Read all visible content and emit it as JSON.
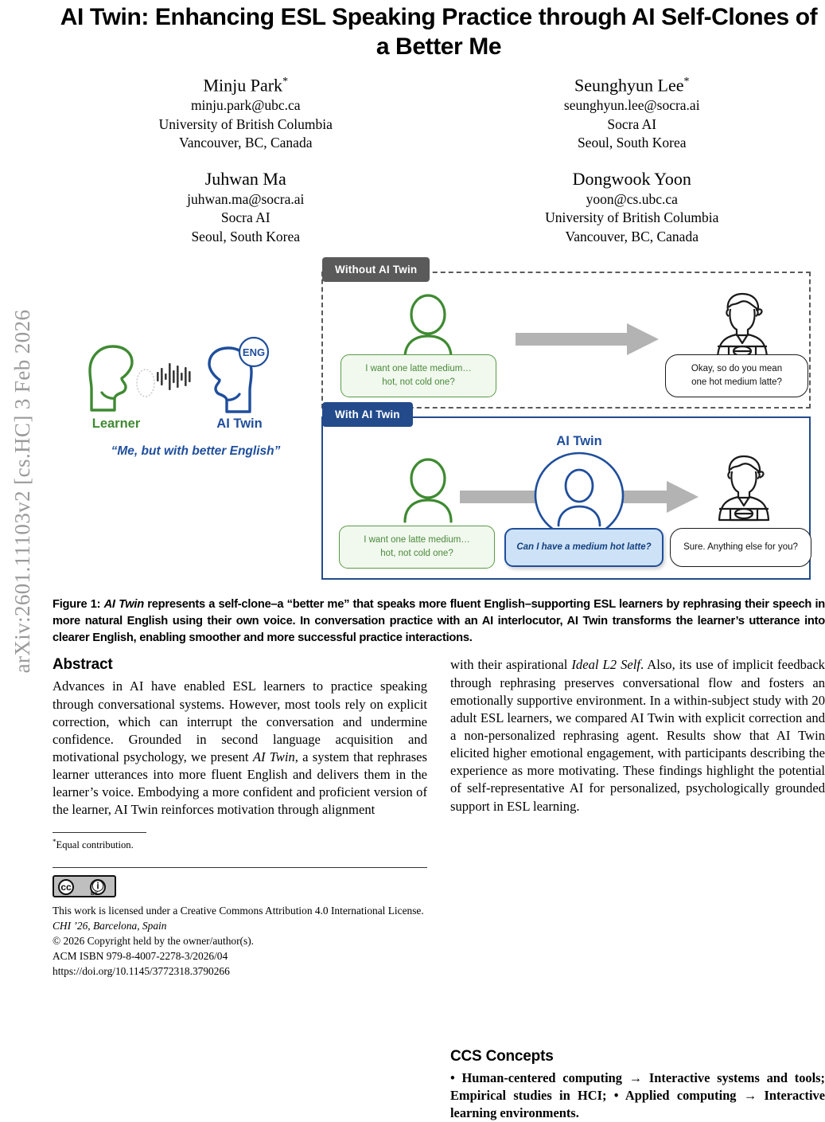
{
  "arxiv_stamp": "arXiv:2601.11103v2  [cs.HC]  3 Feb 2026",
  "title": "AI Twin: Enhancing ESL Speaking Practice through AI Self-Clones of a Better Me",
  "authors": [
    {
      "name": "Minju Park",
      "star": "*",
      "email": "minju.park@ubc.ca",
      "affiliation": "University of British Columbia",
      "location": "Vancouver, BC, Canada"
    },
    {
      "name": "Seunghyun Lee",
      "star": "*",
      "email": "seunghyun.lee@socra.ai",
      "affiliation": "Socra AI",
      "location": "Seoul, South Korea"
    },
    {
      "name": "Juhwan Ma",
      "star": "",
      "email": "juhwan.ma@socra.ai",
      "affiliation": "Socra AI",
      "location": "Seoul, South Korea"
    },
    {
      "name": "Dongwook Yoon",
      "star": "",
      "email": "yoon@cs.ubc.ca",
      "affiliation": "University of British Columbia",
      "location": "Vancouver, BC, Canada"
    }
  ],
  "figure": {
    "concept": {
      "learner_label": "Learner",
      "aitwin_label": "AI Twin",
      "eng_badge": "ENG",
      "tagline": "“Me, but with better English”"
    },
    "panel_without": {
      "tag": "Without AI Twin",
      "learner_bubble_line1": "I want one latte medium…",
      "learner_bubble_line2": "hot, not cold one?",
      "agent_bubble_line1": "Okay, so do you mean",
      "agent_bubble_line2": "one hot medium latte?"
    },
    "panel_with": {
      "tag": "With AI Twin",
      "aitwin_label": "AI Twin",
      "learner_bubble_line1": "I want one latte medium…",
      "learner_bubble_line2": "hot, not cold one?",
      "twin_bubble": "Can I have a medium hot latte?",
      "agent_bubble": "Sure. Anything else for you?"
    },
    "colors": {
      "green": "#4a8a3a",
      "blue": "#1f4e9c",
      "dark_blue": "#234b8c",
      "gray": "#5a5a5a",
      "arrow_gray": "#b3b3b3",
      "bubble_green_fill": "#f1f8ee",
      "bubble_blue_fill": "#cde2f6"
    },
    "caption_prefix": "Figure 1: ",
    "caption_italic": "AI Twin",
    "caption_rest": " represents a self-clone–a “better me” that speaks more fluent English–supporting ESL learners by rephrasing their speech in more natural English using their own voice. In conversation practice with an AI interlocutor, AI Twin transforms the learner’s utterance into clearer English, enabling smoother and more successful practice interactions."
  },
  "abstract": {
    "heading": "Abstract",
    "part1_a": "Advances in AI have enabled ESL learners to practice speaking through conversational systems. However, most tools rely on explicit correction, which can interrupt the conversation and undermine confidence. Grounded in second language acquisition and motivational psychology, we present ",
    "part1_italic": "AI Twin",
    "part1_b": ", a system that rephrases learner utterances into more fluent English and delivers them in the learner’s voice. Embodying a more confident and proficient version of the learner, AI Twin reinforces motivation through alignment",
    "part2_a": "with their aspirational ",
    "part2_italic": "Ideal L2 Self",
    "part2_b": ". Also, its use of implicit feedback through rephrasing preserves conversational flow and fosters an emotionally supportive environment. In a within-subject study with 20 adult ESL learners, we compared AI Twin with explicit correction and a non-personalized rephrasing agent. Results show that AI Twin elicited higher emotional engagement, with participants describing the experience as more motivating. These findings highlight the potential of self-representative AI for personalized, psychologically grounded support in ESL learning."
  },
  "footnote": {
    "star": "*",
    "text": "Equal contribution."
  },
  "license": {
    "cc_mark": "cc",
    "by_mark": "BY",
    "line1": "This work is licensed under a Creative Commons Attribution 4.0 International License.",
    "line2": "CHI ’26, Barcelona, Spain",
    "line3": "© 2026 Copyright held by the owner/author(s).",
    "line4": "ACM ISBN 979-8-4007-2278-3/2026/04",
    "line5": "https://doi.org/10.1145/3772318.3790266"
  },
  "ccs": {
    "heading": "CCS Concepts",
    "text": "• Human-centered computing → Interactive systems and tools; Empirical studies in HCI; • Applied computing → Interactive learning environments."
  }
}
